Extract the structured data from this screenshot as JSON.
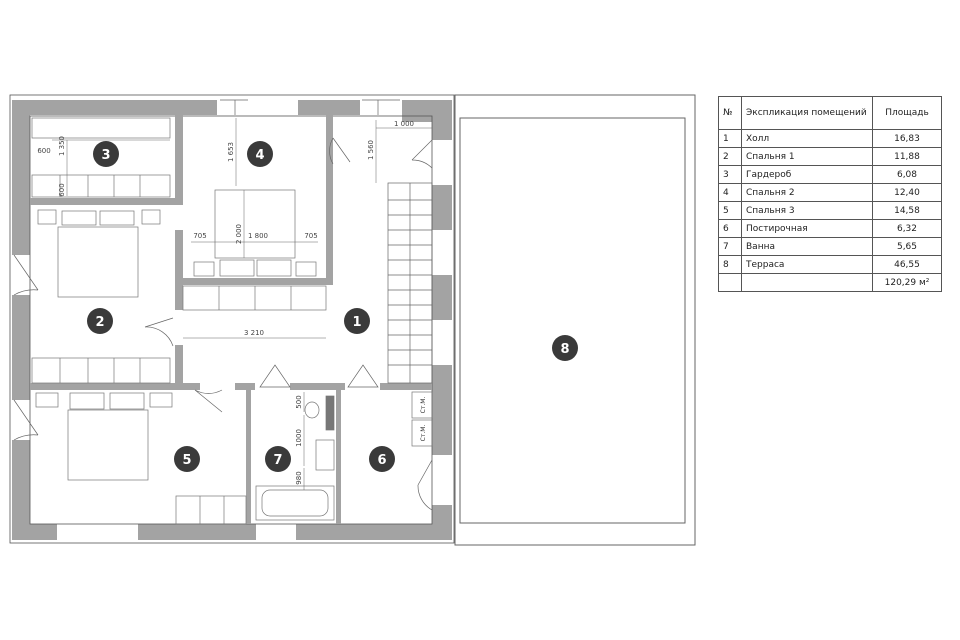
{
  "rooms": [
    {
      "num": "1",
      "name": "Холл"
    },
    {
      "num": "2",
      "name": "Спальня 1"
    },
    {
      "num": "3",
      "name": "Гардероб"
    },
    {
      "num": "4",
      "name": "Спальня 2"
    },
    {
      "num": "5",
      "name": "Спальня 3"
    },
    {
      "num": "6",
      "name": "Постирочная"
    },
    {
      "num": "7",
      "name": "Ванна"
    },
    {
      "num": "8",
      "name": "Терраса"
    }
  ],
  "table": {
    "header": {
      "num": "№",
      "name": "Экспликация помещений",
      "area": "Площадь"
    },
    "rows": [
      {
        "num": "1",
        "name": "Холл",
        "area": "16,83"
      },
      {
        "num": "2",
        "name": "Спальня 1",
        "area": "11,88"
      },
      {
        "num": "3",
        "name": "Гардероб",
        "area": "6,08"
      },
      {
        "num": "4",
        "name": "Спальня 2",
        "area": "12,40"
      },
      {
        "num": "5",
        "name": "Спальня 3",
        "area": "14,58"
      },
      {
        "num": "6",
        "name": "Постирочная",
        "area": "6,32"
      },
      {
        "num": "7",
        "name": "Ванна",
        "area": "5,65"
      },
      {
        "num": "8",
        "name": "Терраса",
        "area": "46,55"
      }
    ],
    "total": "120,29 м²"
  },
  "dimensions": {
    "d1000": "1 000",
    "d1560": "1 560",
    "d1653": "1 653",
    "d600a": "600",
    "d1350": "1 350",
    "d600b": "600",
    "d705a": "705",
    "d2000": "2 000",
    "d1800": "1 800",
    "d705b": "705",
    "d3210": "3 210",
    "d500": "500",
    "d1000b": "1000",
    "d980": "980"
  },
  "appliance_label": "Ст.М.",
  "colors": {
    "wall": "#a3a3a3",
    "badge": "#3a3a3a",
    "line": "#555555"
  }
}
